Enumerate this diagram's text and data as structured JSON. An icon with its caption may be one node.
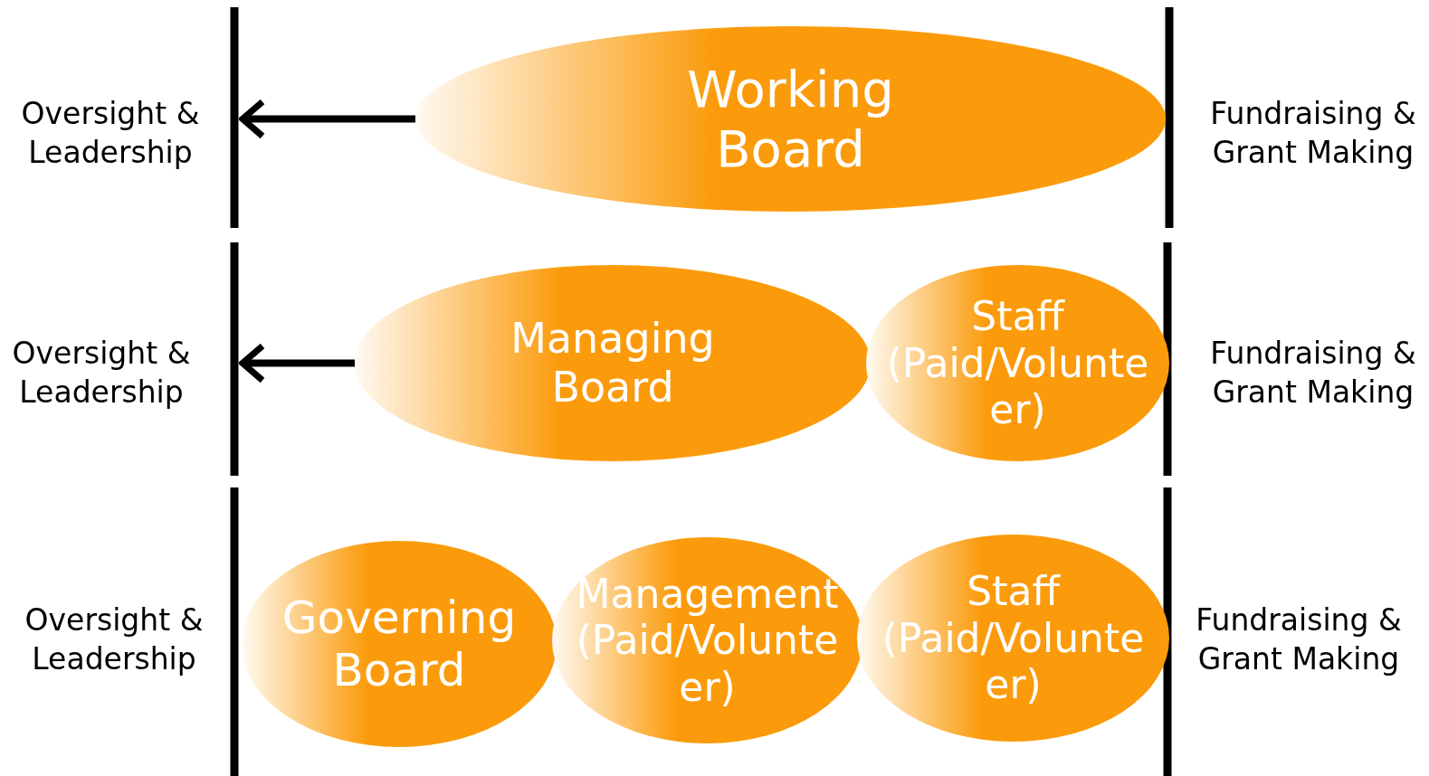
{
  "diagram": {
    "nodes": [
      {
        "text": [
          "Working Board"
        ]
      },
      {
        "text": [
          "Managing Board"
        ]
      },
      {
        "text": [
          "Staff (Paid/Volunteer)"
        ]
      },
      {
        "text": [
          "Governing Board"
        ]
      },
      {
        "text": [
          "Management (Paid/Volunteer)"
        ]
      },
      {
        "text": [
          "Staff (Paid/Volunteer)"
        ]
      }
    ],
    "edges": [
      {
        "from": 0,
        "to": null,
        "arrow": "to"
      },
      {
        "from": 1,
        "to": null,
        "arrow": "to"
      }
    ],
    "labels": [
      "Oversight & Leadership",
      "Fundraising & Grant Making",
      "Oversight & Leadership",
      "Fundraising & Grant Making",
      "Oversight & Leadership",
      "Fundraising & Grant Making"
    ]
  }
}
